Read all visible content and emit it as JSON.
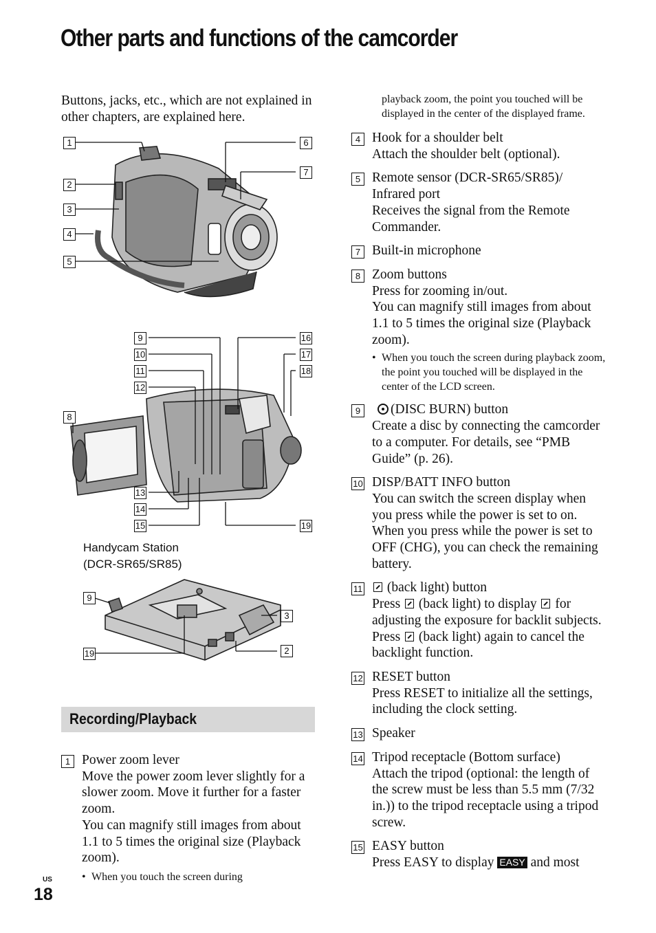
{
  "title": "Other parts and functions of the camcorder",
  "intro": "Buttons, jacks, etc., which are not explained in other chapters, are explained here.",
  "figure_callouts": {
    "top": [
      "1",
      "2",
      "3",
      "4",
      "5",
      "6",
      "7"
    ],
    "lcd": [
      "8",
      "9",
      "10",
      "11",
      "12",
      "13",
      "14",
      "15",
      "16",
      "17",
      "18",
      "19"
    ],
    "station": [
      "9",
      "19",
      "3",
      "2"
    ]
  },
  "station_caption_line1": "Handycam Station",
  "station_caption_line2": "(DCR-SR65/SR85)",
  "section_heading": "Recording/Playback",
  "left_items": [
    {
      "num": "1",
      "name": "Power zoom lever",
      "desc": "Move the power zoom lever slightly for a slower zoom. Move it further for a faster zoom.",
      "desc2": "You can magnify still images from about 1.1 to 5 times the original size (Playback zoom).",
      "bullet": "When you touch the screen during"
    }
  ],
  "right_continuation": "playback zoom, the point you touched will be displayed in the center of the displayed frame.",
  "right_items": [
    {
      "num": "4",
      "name": "Hook for a shoulder belt",
      "desc": "Attach the shoulder belt (optional)."
    },
    {
      "num": "5",
      "name": "Remote sensor (DCR-SR65/SR85)/ Infrared port",
      "desc": "Receives the signal from the Remote Commander."
    },
    {
      "num": "7",
      "name": "Built-in microphone",
      "desc": ""
    },
    {
      "num": "8",
      "name": "Zoom buttons",
      "desc": "Press for zooming in/out.",
      "desc2": "You can magnify still images from about 1.1 to 5 times the original size (Playback zoom).",
      "bullet": "When you touch the screen during playback zoom, the point you touched will be displayed in the center of the LCD screen."
    },
    {
      "num": "9",
      "name": "(DISC BURN) button",
      "desc": "Create a disc by connecting the camcorder to a computer. For details, see “PMB Guide” (p. 26)."
    },
    {
      "num": "10",
      "name": "DISP/BATT INFO button",
      "desc": "You can switch the screen display when you press while the power is set to on. When you press while the power is set to OFF (CHG), you can check the remaining battery."
    },
    {
      "num": "11",
      "name": "(back light) button",
      "desc_a": "Press",
      "desc_b": "(back light) to display",
      "desc_c": "for adjusting the exposure for backlit subjects. Press",
      "desc_d": "(back light) again to cancel the backlight function."
    },
    {
      "num": "12",
      "name": "RESET button",
      "desc": "Press RESET to initialize all the settings, including the clock setting."
    },
    {
      "num": "13",
      "name": "Speaker",
      "desc": ""
    },
    {
      "num": "14",
      "name": "Tripod receptacle (Bottom surface)",
      "desc": "Attach the tripod (optional: the length of the screw must be less than 5.5 mm (7/32 in.)) to the tripod receptacle using a tripod screw."
    },
    {
      "num": "15",
      "name": "EASY button",
      "desc_a": "Press EASY to display",
      "easy": "EASY",
      "desc_b": "and most"
    }
  ],
  "page_sup": "US",
  "page_number": "18"
}
